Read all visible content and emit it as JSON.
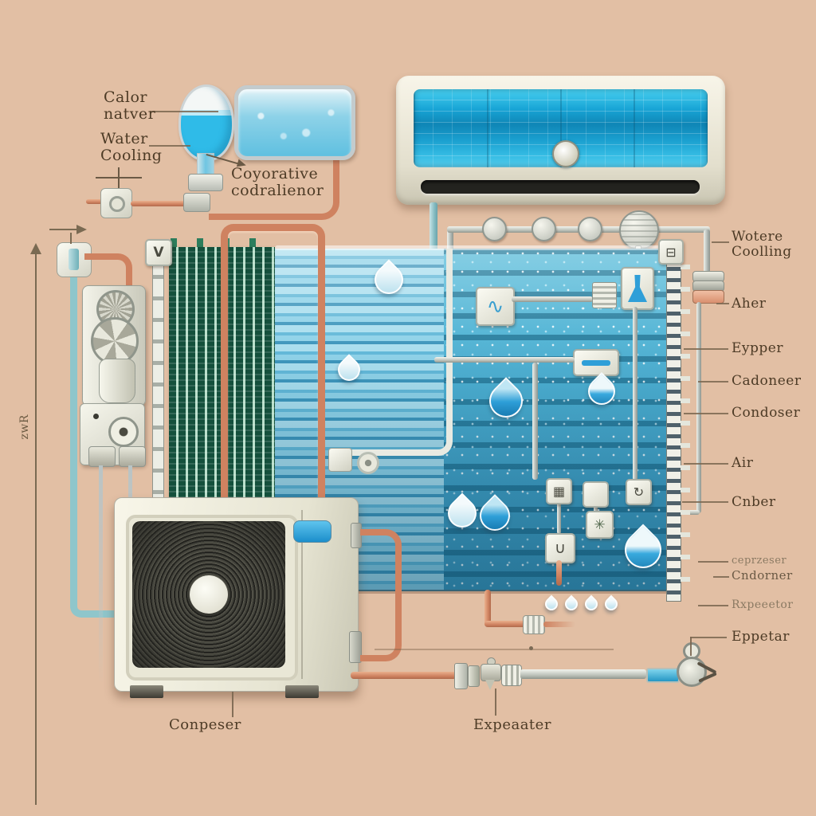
{
  "labels": {
    "calor_natver": "Calor\nnatver",
    "water_cooling": "Water\nCooling",
    "coyorative_codralienor": "Coyorative\ncodralienor",
    "wotere_coolling": "Wotere\nCoolling",
    "aher": "Aher",
    "eypper": "Eypper",
    "cadoneer": "Cadoneer",
    "condoser": "Condoser",
    "air": "Air",
    "cnber": "Cnber",
    "ceprzeser": "ceprzeser",
    "cndorner": "Cndorner",
    "rxpeeetor": "Rxpeeetor",
    "eppetar": "Eppetar",
    "conpeser": "Conpeser",
    "expeaater": "Expeaater",
    "zwr_vertical": "zwR"
  },
  "icons": {
    "v_marker": "V",
    "swirl": "∿",
    "grid": "▦",
    "loop": "↻",
    "fan": "✳",
    "u_coil": "∪",
    "corner_box": "⊟"
  },
  "colors": {
    "background": "#e2bfa4",
    "copper_pipe": "#cf8260",
    "panel_blue": "#4cafd2",
    "panel_green": "#14503c",
    "accent_blue": "#2f9fd8",
    "ac_band_cyan": "#18a5d6"
  }
}
